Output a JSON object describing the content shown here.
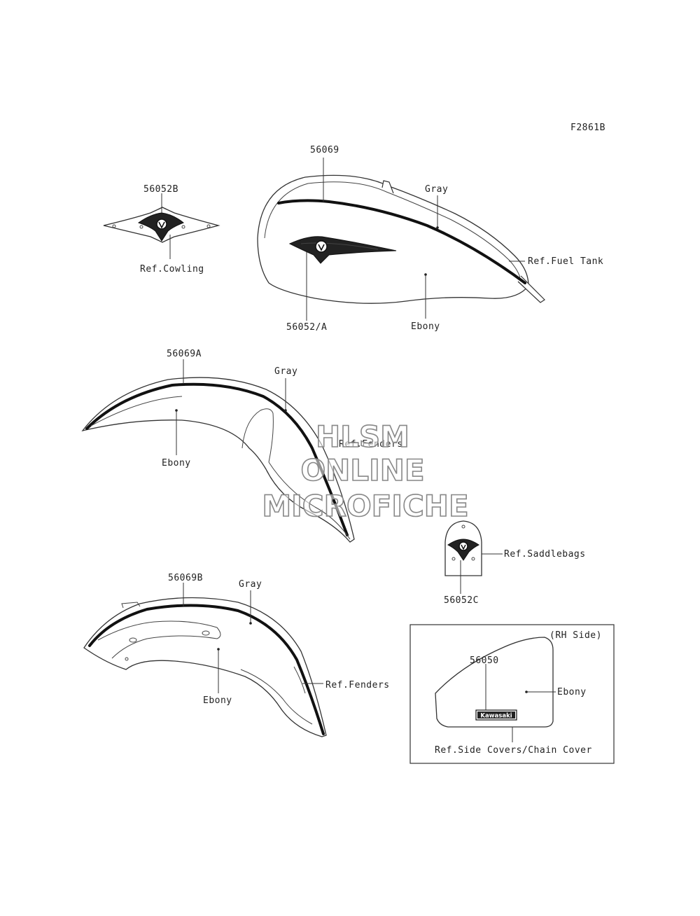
{
  "figure_code": "F2861B",
  "parts": {
    "p56069": "56069",
    "p56052B": "56052B",
    "p56052A": "56052/A",
    "p56069A": "56069A",
    "p56069B": "56069B",
    "p56052C": "56052C",
    "p56050": "56050"
  },
  "refs": {
    "cowling": "Ref.Cowling",
    "fuel_tank": "Ref.Fuel Tank",
    "fenders_front": "Ref.Fenders",
    "fenders_rear": "Ref.Fenders",
    "saddlebags": "Ref.Saddlebags",
    "side_covers": "Ref.Side Covers/Chain Cover"
  },
  "colors_text": {
    "tank_gray": "Gray",
    "tank_ebony": "Ebony",
    "front_gray": "Gray",
    "front_ebony": "Ebony",
    "rear_gray": "Gray",
    "rear_ebony": "Ebony",
    "side_ebony": "Ebony"
  },
  "inset": {
    "side": "(RH Side)",
    "badge_text": "Kawasaki"
  },
  "watermark": {
    "line1": "HLSM",
    "line2": "ONLINE",
    "line3": "MICROFICHE"
  }
}
